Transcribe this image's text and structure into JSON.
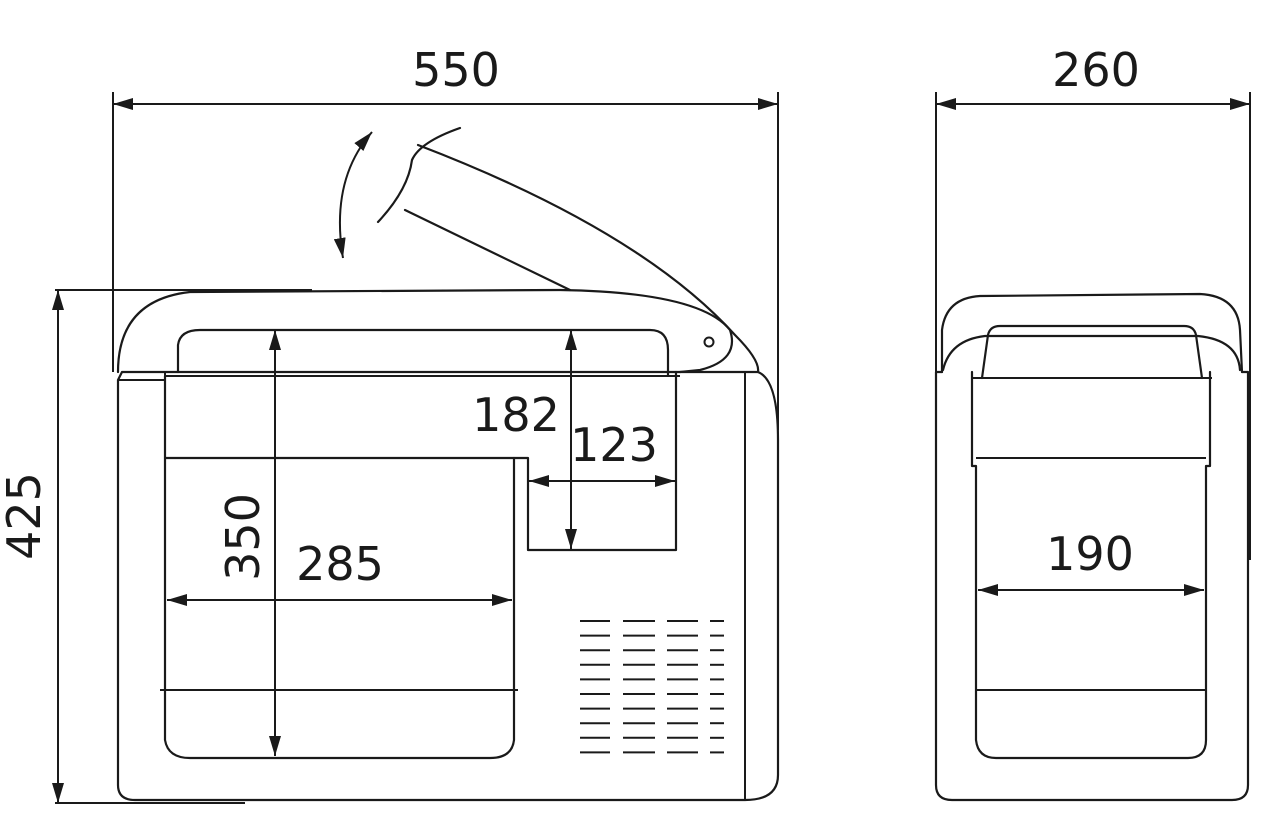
{
  "dimensions": {
    "overall_width": "550",
    "overall_depth": "260",
    "overall_height": "425",
    "inner_height": "350",
    "inner_width": "285",
    "step_height": "182",
    "step_width": "123",
    "inner_depth": "190"
  }
}
